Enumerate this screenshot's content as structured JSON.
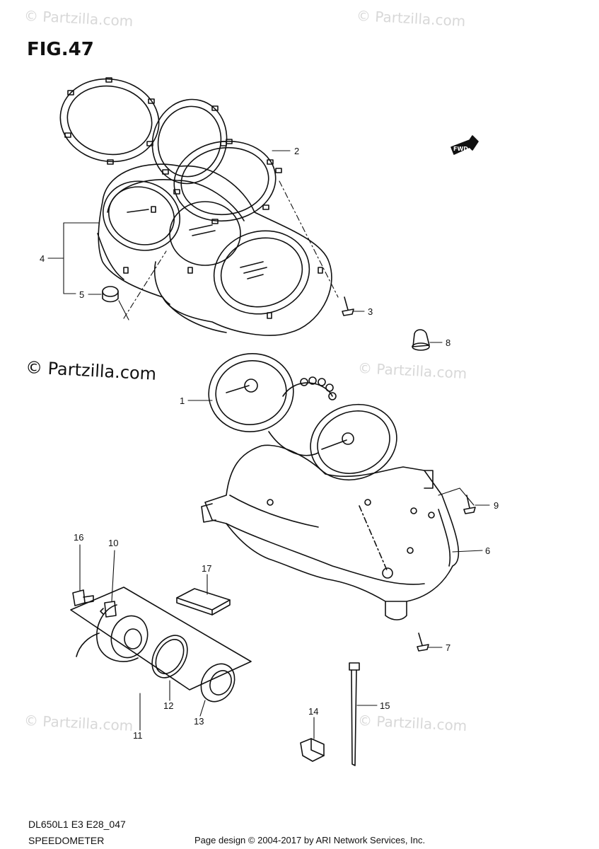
{
  "figure": {
    "title": "FIG.47"
  },
  "watermarks": {
    "text": "© Partzilla.com",
    "main": "© Partzilla.com"
  },
  "callouts": [
    "1",
    "2",
    "3",
    "4",
    "5",
    "6",
    "7",
    "8",
    "9",
    "10",
    "11",
    "12",
    "13",
    "14",
    "15",
    "16",
    "17"
  ],
  "badge": {
    "fwd_label": "FWD"
  },
  "footer": {
    "model_code": "DL650L1 E3 E28_047",
    "section_name": "SPEEDOMETER",
    "credit": "Page design © 2004-2017 by ARI Network Services, Inc."
  }
}
